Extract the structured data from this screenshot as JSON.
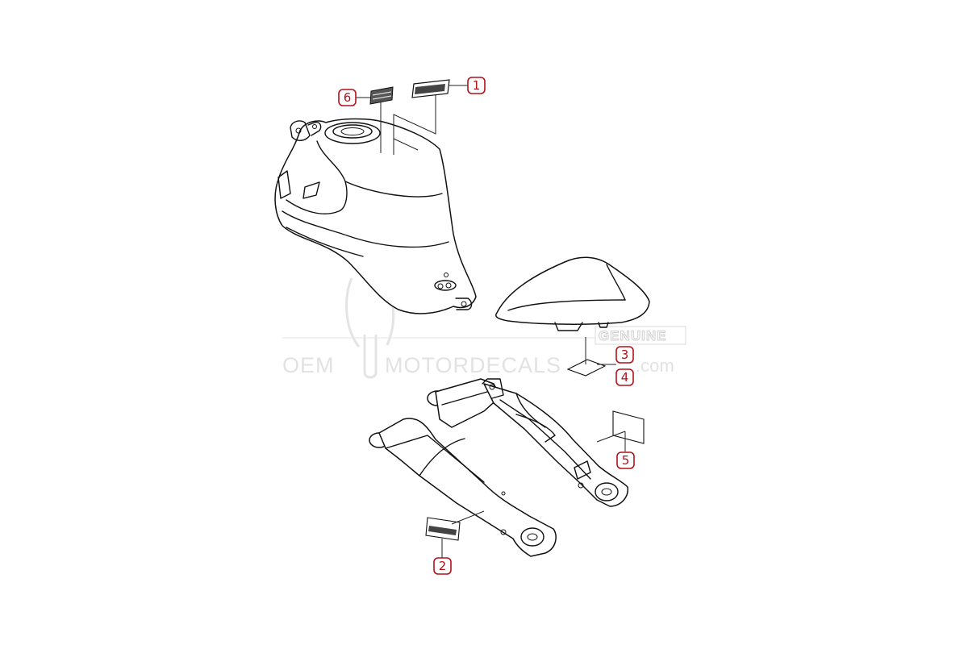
{
  "diagram": {
    "callouts": [
      {
        "id": "1",
        "label": "1"
      },
      {
        "id": "2",
        "label": "2"
      },
      {
        "id": "3",
        "label": "3"
      },
      {
        "id": "4",
        "label": "4"
      },
      {
        "id": "5",
        "label": "5"
      },
      {
        "id": "6",
        "label": "6"
      }
    ],
    "colors": {
      "callout": "#b0121b",
      "line": "#111111",
      "watermark": "#e2e2e2"
    }
  },
  "watermark": {
    "oem": "OEM",
    "brand": "MOTORDECALS",
    "tld": ".com",
    "genuine": "GENUINE"
  }
}
